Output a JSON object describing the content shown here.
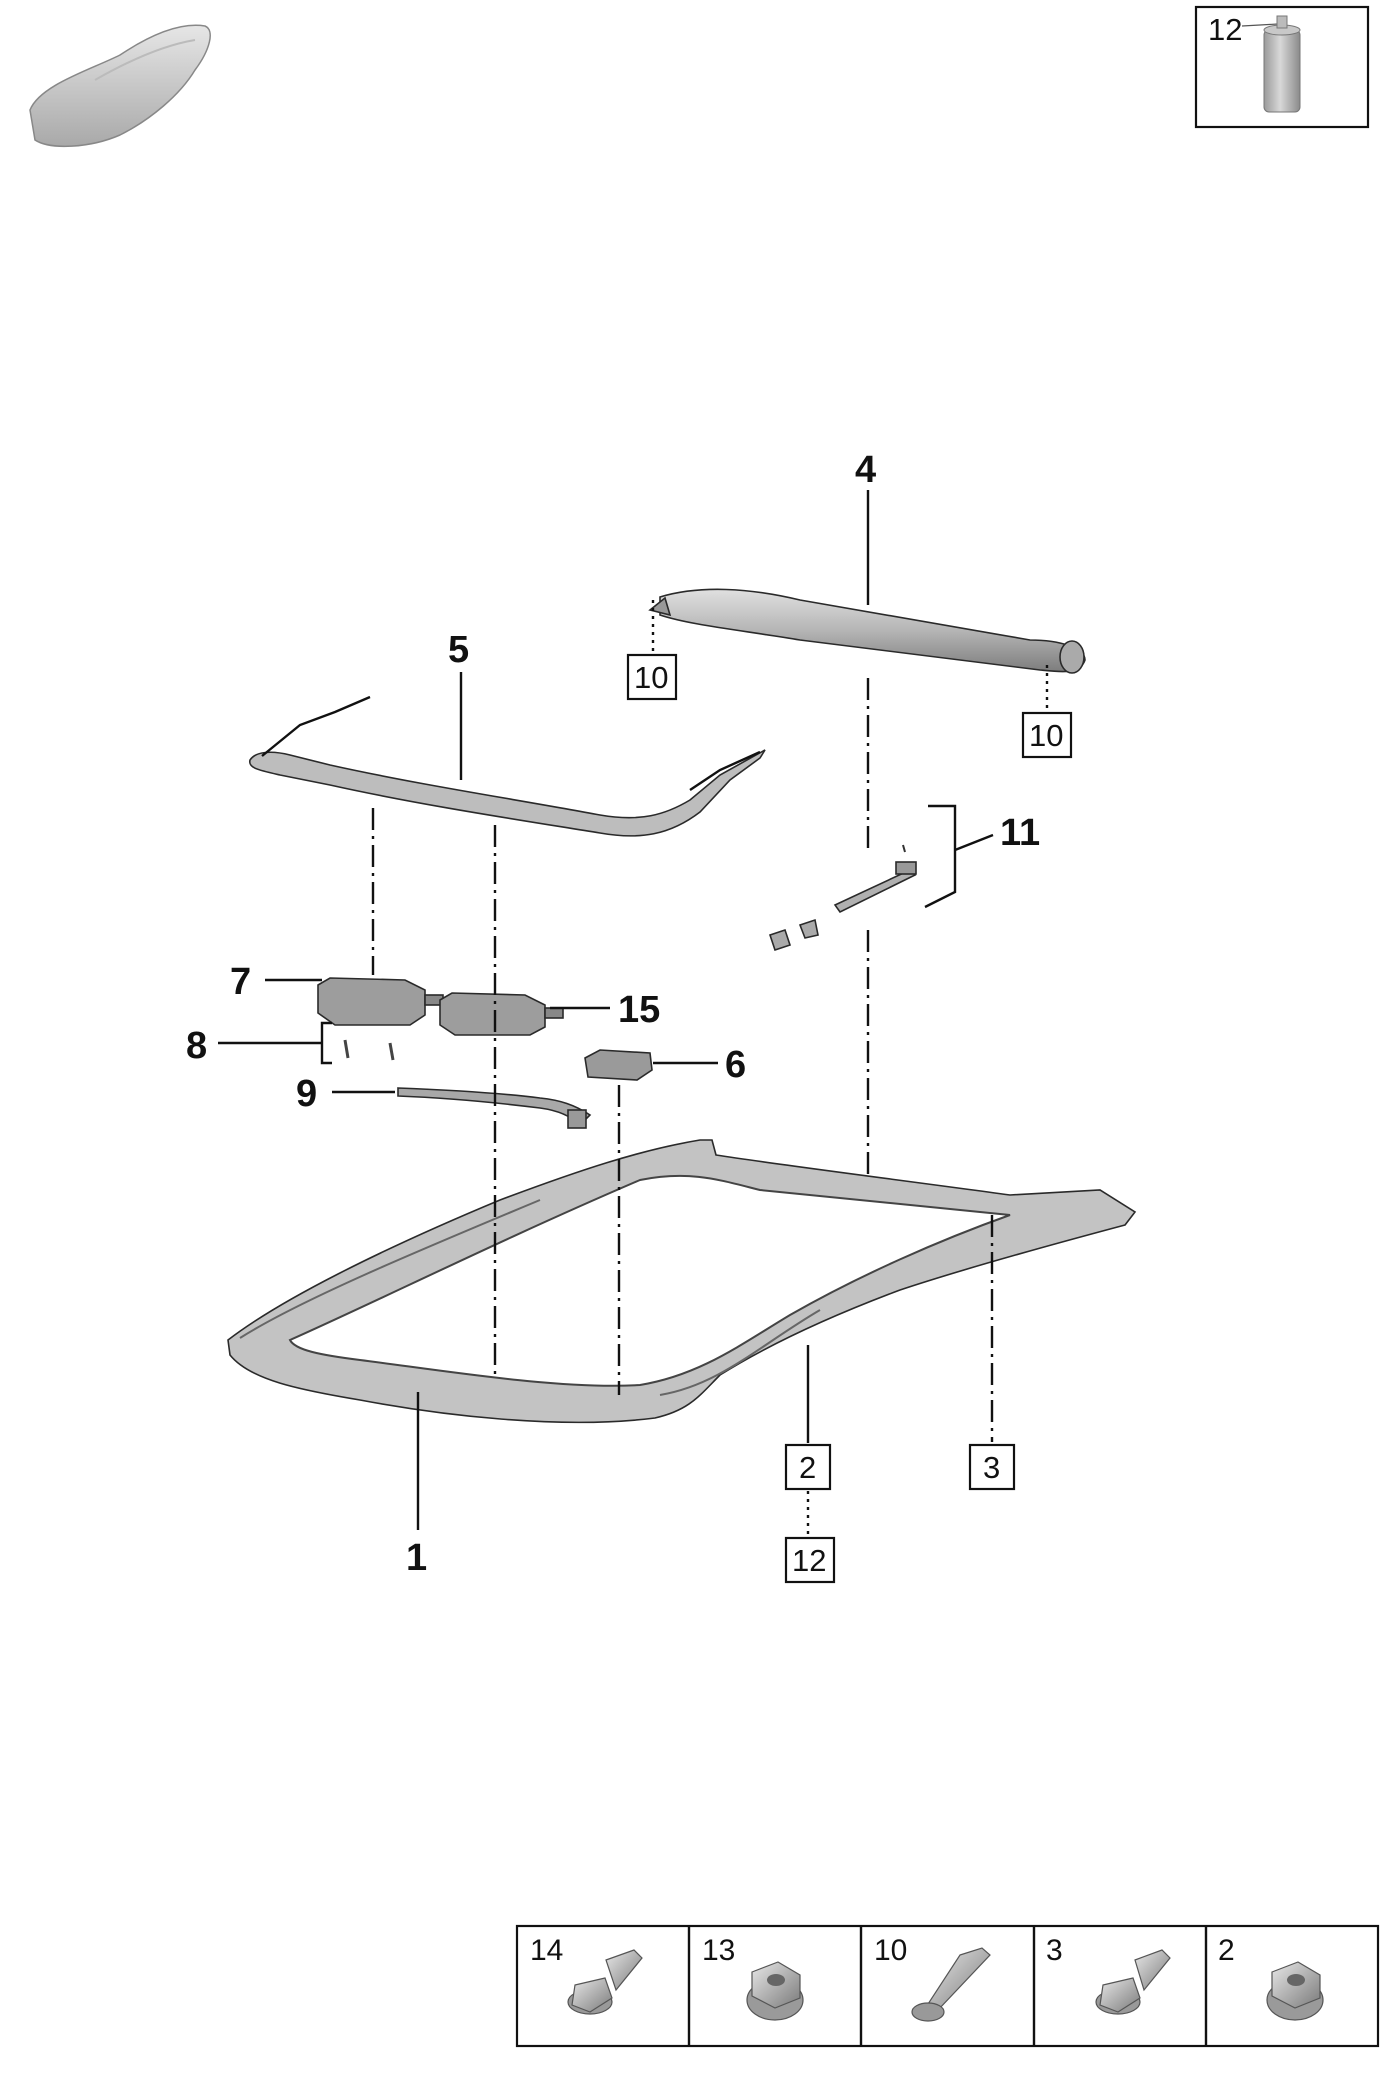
{
  "callouts": {
    "c1": "1",
    "c4": "4",
    "c5": "5",
    "c6": "6",
    "c7": "7",
    "c8": "8",
    "c9": "9",
    "c11": "11",
    "c15": "15"
  },
  "boxed_refs": {
    "r10a": "10",
    "r10b": "10",
    "r2": "2",
    "r3": "3",
    "r12": "12"
  },
  "inset": {
    "label": "12",
    "icon": "spray-can-icon"
  },
  "vehicle_icon": "car-silhouette-icon",
  "legend": [
    {
      "label": "14",
      "icon": "flange-bolt-icon"
    },
    {
      "label": "13",
      "icon": "flange-nut-icon"
    },
    {
      "label": "10",
      "icon": "screw-icon"
    },
    {
      "label": "3",
      "icon": "flange-bolt-icon"
    },
    {
      "label": "2",
      "icon": "flange-nut-icon"
    }
  ],
  "colors": {
    "part_fill": "#cfcfcf",
    "part_dark": "#8c8c8c",
    "ink": "#111111"
  }
}
